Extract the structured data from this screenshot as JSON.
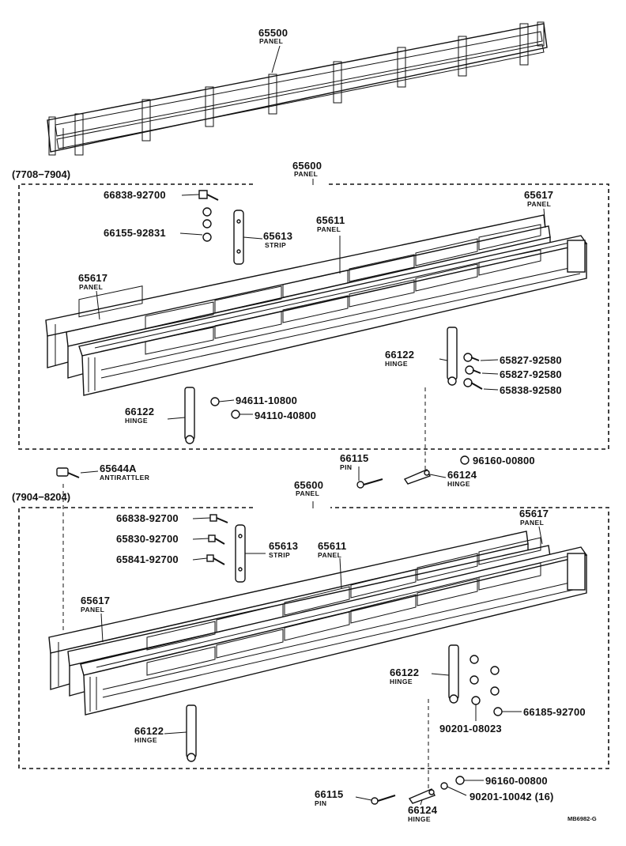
{
  "section1": {
    "range": "(7708−7904)"
  },
  "section2": {
    "range": "(7904−8204)"
  },
  "top_panel": {
    "part": "65500",
    "name": "PANEL"
  },
  "s1_panel": {
    "part": "65600",
    "name": "PANEL"
  },
  "s1_left_panel": {
    "part": "65617",
    "name": "PANEL"
  },
  "s1_right_panel": {
    "part": "65617",
    "name": "PANEL"
  },
  "s1_center_panel": {
    "part": "65611",
    "name": "PANEL"
  },
  "s1_strip": {
    "part": "65613",
    "name": "STRIP"
  },
  "s1_bolt": {
    "part": "66838-92700"
  },
  "s1_nut": {
    "part": "66155-92831"
  },
  "s1_hinge_right": {
    "part": "66122",
    "name": "HINGE"
  },
  "s1_hinge_left": {
    "part": "66122",
    "name": "HINGE"
  },
  "s1_screw_a": {
    "part": "65827-92580"
  },
  "s1_screw_b": {
    "part": "65827-92580"
  },
  "s1_screw_c": {
    "part": "65838-92580"
  },
  "s1_nut_a": {
    "part": "94611-10800"
  },
  "s1_nut_b": {
    "part": "94110-40800"
  },
  "s1_pin": {
    "part": "66115",
    "name": "PIN"
  },
  "s1_washer": {
    "part": "96160-00800"
  },
  "s1_hinge_small": {
    "part": "66124",
    "name": "HINGE"
  },
  "antirattler": {
    "part": "65644A",
    "name": "ANTIRATTLER"
  },
  "s2_panel": {
    "part": "65600",
    "name": "PANEL"
  },
  "s2_right_panel": {
    "part": "65617",
    "name": "PANEL"
  },
  "s2_left_panel": {
    "part": "65617",
    "name": "PANEL"
  },
  "s2_center_panel": {
    "part": "65611",
    "name": "PANEL"
  },
  "s2_strip": {
    "part": "65613",
    "name": "STRIP"
  },
  "s2_bolt_a": {
    "part": "66838-92700"
  },
  "s2_bolt_b": {
    "part": "65830-92700"
  },
  "s2_bolt_c": {
    "part": "65841-92700"
  },
  "s2_hinge_right": {
    "part": "66122",
    "name": "HINGE"
  },
  "s2_hinge_left": {
    "part": "66122",
    "name": "HINGE"
  },
  "s2_nut_a": {
    "part": "66185-92700"
  },
  "s2_nut_b": {
    "part": "90201-08023"
  },
  "s2_pin": {
    "part": "66115",
    "name": "PIN"
  },
  "s2_hinge_small": {
    "part": "66124",
    "name": "HINGE"
  },
  "s2_washer_a": {
    "part": "96160-00800"
  },
  "s2_washer_b": {
    "part": "90201-10042 (16)"
  },
  "footer": {
    "code": "MB6982-G"
  }
}
